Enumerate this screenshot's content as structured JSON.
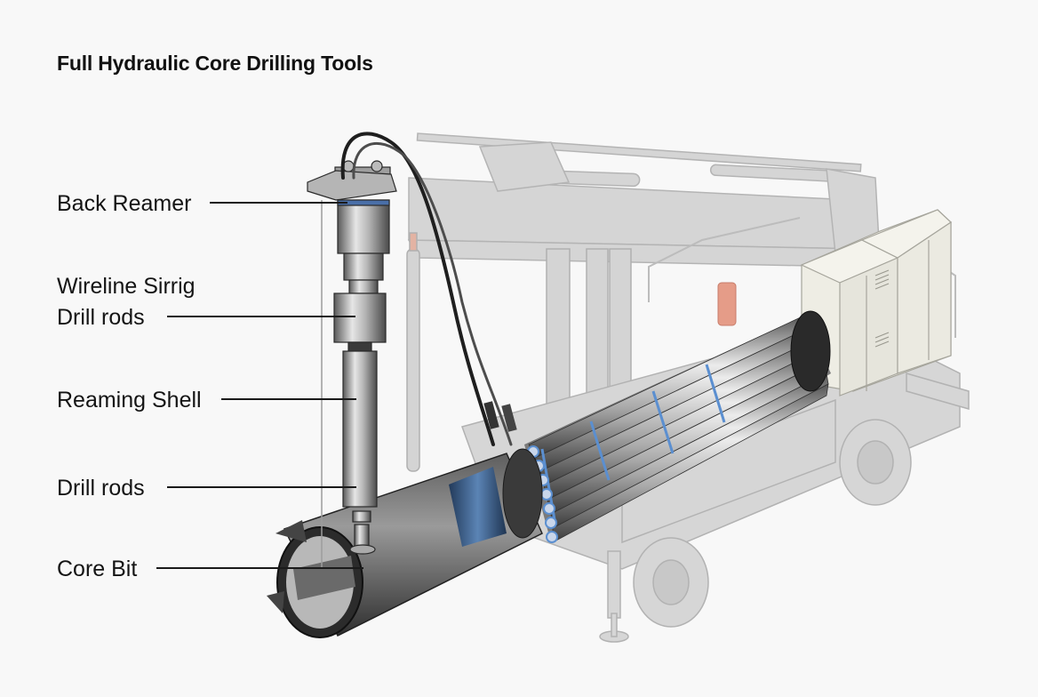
{
  "title": "Full Hydraulic Core Drilling Tools",
  "labels": [
    {
      "id": "back-reamer",
      "text": "Back Reamer"
    },
    {
      "id": "wireline-sirrig",
      "text": "Wireline Sirrig"
    },
    {
      "id": "drill-rods-upper",
      "text": "Drill rods"
    },
    {
      "id": "reaming-shell",
      "text": "Reaming Shell"
    },
    {
      "id": "drill-rods-lower",
      "text": "Drill rods"
    },
    {
      "id": "core-bit",
      "text": "Core Bit"
    }
  ],
  "colors": {
    "background": "#f8f8f8",
    "steel_dark": "#4a4a4a",
    "steel_light": "#d8d8d8",
    "accent_blue": "#5b8fd0",
    "rig_ghost": "#c9c9c9",
    "cabinet": "#ecebe2",
    "filter_red": "#e08a78"
  }
}
